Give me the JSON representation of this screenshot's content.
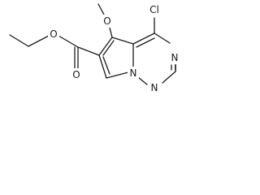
{
  "molecule": {
    "atoms": {
      "chlorine": "Cl",
      "methoxy_oxygen": "O",
      "carbonyl_oxygen": "O",
      "ester_oxygen": "O",
      "nitrogen_top": "N",
      "nitrogen_bottom": "N",
      "nitrogen_bridge": "N"
    }
  }
}
